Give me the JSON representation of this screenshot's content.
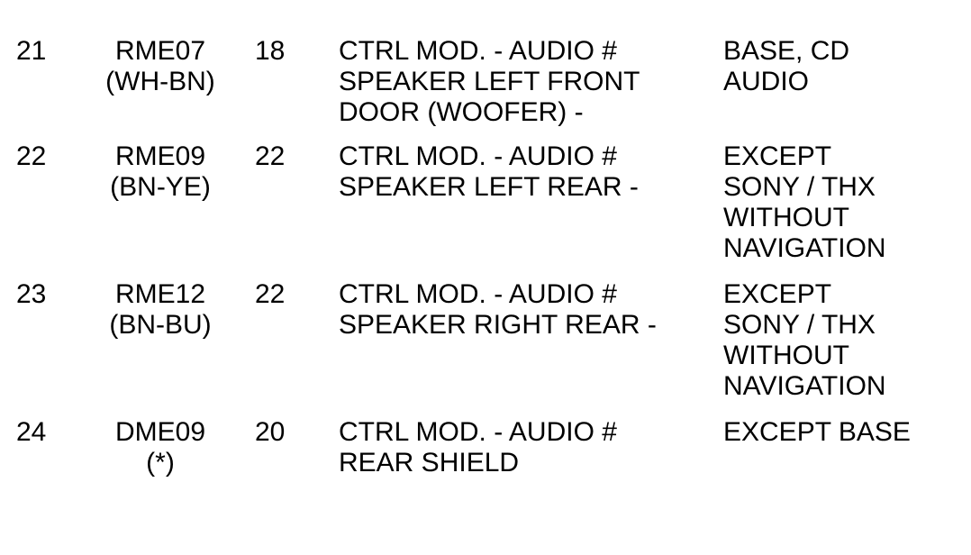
{
  "document": {
    "type": "wiring-harness-pin-table",
    "background_color": "#ffffff",
    "text_color": "#000000",
    "columns": [
      "pin",
      "circuit",
      "gauge",
      "description",
      "notes"
    ]
  },
  "rows": [
    {
      "pin": "21",
      "circuit": "RME07\n(WH-BN)",
      "circuit_code": "RME07",
      "circuit_colors": "(WH-BN)",
      "gauge": "18",
      "description": "CTRL MOD. - AUDIO #\nSPEAKER LEFT FRONT\nDOOR (WOOFER) -",
      "notes": "BASE, CD\nAUDIO"
    },
    {
      "pin": "22",
      "circuit": "RME09\n(BN-YE)",
      "circuit_code": "RME09",
      "circuit_colors": "(BN-YE)",
      "gauge": "22",
      "description": "CTRL MOD. - AUDIO #\nSPEAKER LEFT REAR -",
      "notes": "EXCEPT\nSONY / THX\nWITHOUT\nNAVIGATION"
    },
    {
      "pin": "23",
      "circuit": "RME12\n(BN-BU)",
      "circuit_code": "RME12",
      "circuit_colors": "(BN-BU)",
      "gauge": "22",
      "description": "CTRL MOD. - AUDIO #\nSPEAKER RIGHT REAR -",
      "notes": "EXCEPT\nSONY / THX\nWITHOUT\nNAVIGATION"
    },
    {
      "pin": "24",
      "circuit": "DME09\n(*)",
      "circuit_code": "DME09",
      "circuit_colors": "(*)",
      "gauge": "20",
      "description": "CTRL MOD. - AUDIO #\nREAR SHIELD",
      "notes": "EXCEPT BASE"
    }
  ]
}
